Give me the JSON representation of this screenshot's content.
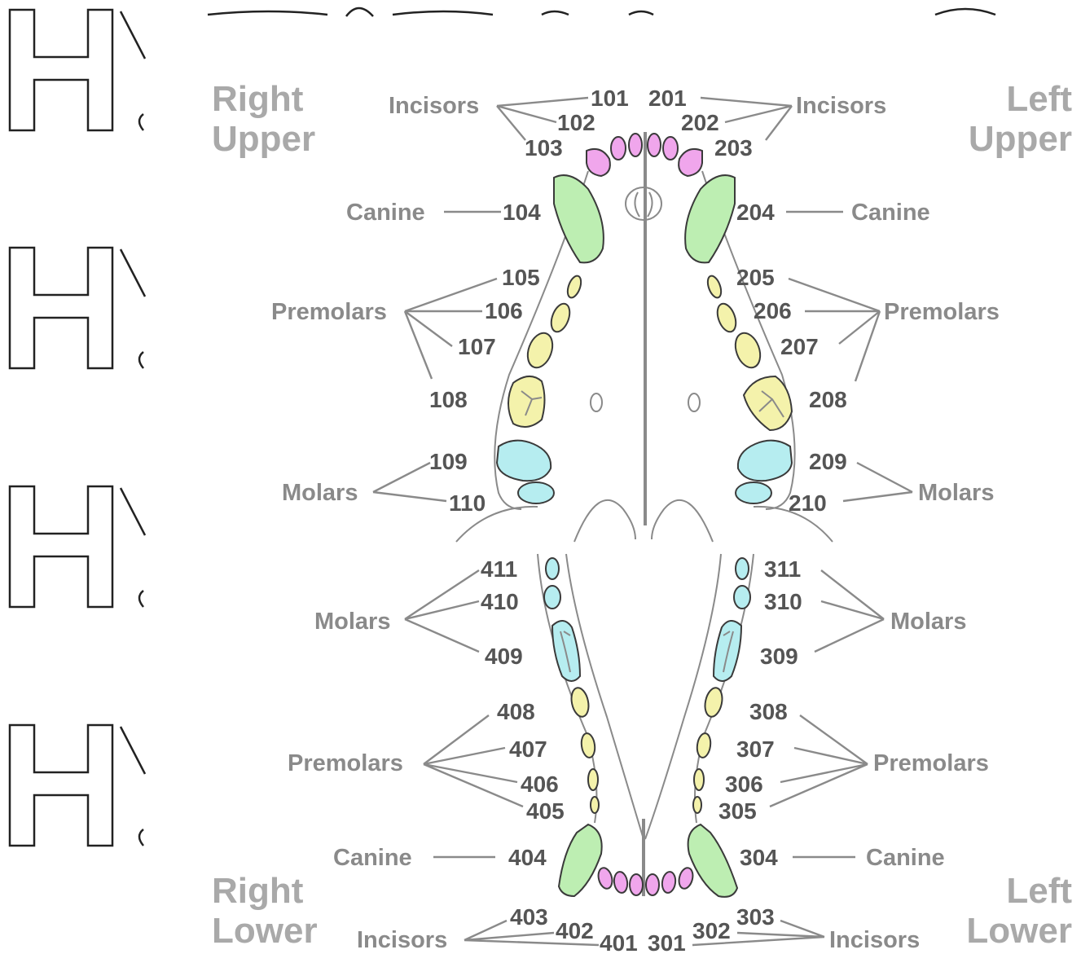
{
  "quadrants": {
    "right_upper": [
      "Right",
      "Upper"
    ],
    "left_upper": [
      "Left",
      "Upper"
    ],
    "right_lower": [
      "Right",
      "Lower"
    ],
    "left_lower": [
      "Left",
      "Lower"
    ]
  },
  "labels": {
    "incisors": "Incisors",
    "canine": "Canine",
    "premolars": "Premolars",
    "molars": "Molars"
  },
  "teeth": {
    "upper_right": [
      "101",
      "102",
      "103",
      "104",
      "105",
      "106",
      "107",
      "108",
      "109",
      "110"
    ],
    "upper_left": [
      "201",
      "202",
      "203",
      "204",
      "205",
      "206",
      "207",
      "208",
      "209",
      "210"
    ],
    "lower_left": [
      "301",
      "302",
      "303",
      "304",
      "305",
      "306",
      "307",
      "308",
      "309",
      "310",
      "311"
    ],
    "lower_right": [
      "401",
      "402",
      "403",
      "404",
      "405",
      "406",
      "407",
      "408",
      "409",
      "410",
      "411"
    ]
  },
  "colors": {
    "incisor": "#f0a6ec",
    "canine": "#bdeeb2",
    "premolar": "#f4f2ab",
    "molar": "#b6edf0"
  },
  "left_margin_icon": "partial-h-glyph-icon"
}
